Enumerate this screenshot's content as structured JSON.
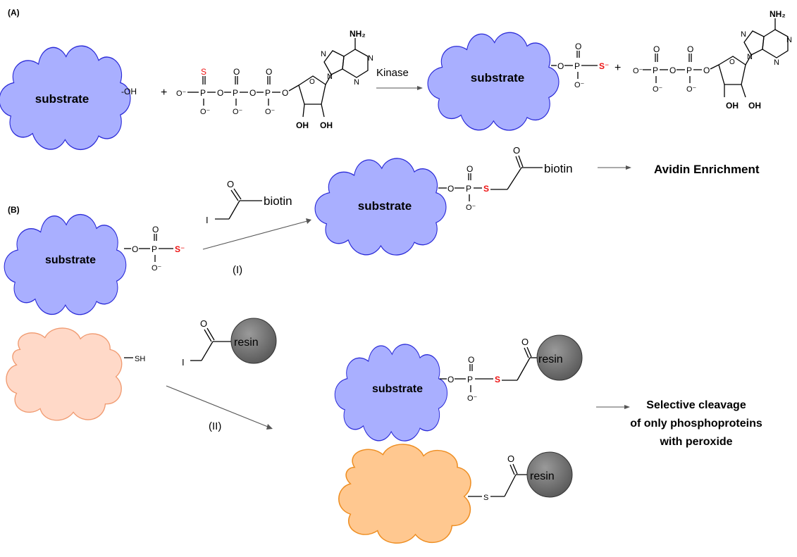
{
  "panels": {
    "a_label": "(A)",
    "b_label": "(B)"
  },
  "substrate_label": "substrate",
  "groups": {
    "oh": "-OH",
    "sh": "SH",
    "s": "S",
    "o": "O",
    "p": "P",
    "s_minus": "S⁻",
    "o_minus": "O⁻",
    "plus": "+",
    "n": "N",
    "nh2": "NH₂",
    "ribose_oh": "OH",
    "iodo": "I"
  },
  "reagents": {
    "kinase": "Kinase",
    "biotin": "biotin",
    "resin": "resin"
  },
  "routes": {
    "route_i": "(I)",
    "route_ii": "(II)"
  },
  "outcomes": {
    "avidin": "Avidin Enrichment",
    "cleavage_line1": "Selective cleavage",
    "cleavage_line2": "of only phosphoproteins",
    "cleavage_line3": "with peroxide"
  },
  "colors": {
    "substrate_fill": "#a9afff",
    "substrate_stroke": "#2b2bd8",
    "thiol_protein_fill": "#ffd9c8",
    "thiol_protein_stroke": "#f09a70",
    "captured_thiol_fill": "#ffc890",
    "captured_thiol_stroke": "#ee8e22",
    "resin_bead": "#666666",
    "thiophosphate_sulfur": "#ee1111"
  }
}
